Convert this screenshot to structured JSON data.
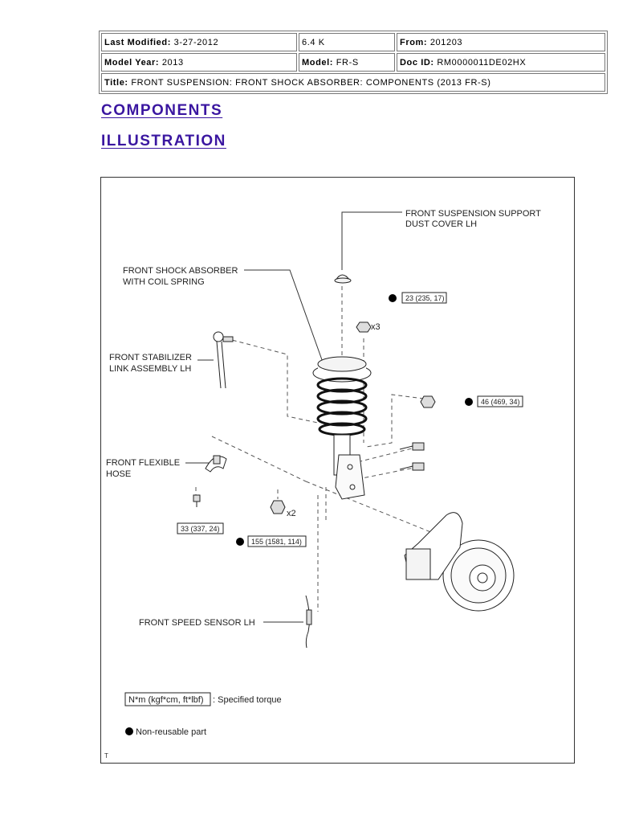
{
  "header": {
    "last_modified_label": "Last Modified:",
    "last_modified_value": "3-27-2012",
    "size": "6.4 K",
    "from_label": "From:",
    "from_value": "201203",
    "model_year_label": "Model Year:",
    "model_year_value": "2013",
    "model_label": "Model:",
    "model_value": "FR-S",
    "doc_id_label": "Doc ID:",
    "doc_id_value": "RM0000011DE02HX",
    "title_label": "Title:",
    "title_value": "FRONT SUSPENSION: FRONT SHOCK ABSORBER: COMPONENTS (2013 FR-S)"
  },
  "headings": {
    "components": "COMPONENTS",
    "illustration": "ILLUSTRATION"
  },
  "illustration": {
    "labels": {
      "dust_cover_1": "FRONT SUSPENSION SUPPORT",
      "dust_cover_2": "DUST COVER LH",
      "shock_1": "FRONT SHOCK ABSORBER",
      "shock_2": "WITH COIL SPRING",
      "stab_1": "FRONT STABILIZER",
      "stab_2": "LINK ASSEMBLY LH",
      "hose_1": "FRONT FLEXIBLE",
      "hose_2": "HOSE",
      "speed_sensor": "FRONT SPEED SENSOR LH"
    },
    "torques": {
      "upper_nut": "23 (235, 17)",
      "stab_nut": "46 (469, 34)",
      "hose_bolt": "33 (337, 24)",
      "knuckle_nut": "155 (1581, 114)"
    },
    "quantities": {
      "upper_nut_qty": "x3",
      "knuckle_nut_qty": "x2"
    },
    "legend": {
      "torque_box": "N*m (kgf*cm, ft*lbf)",
      "torque_text": ": Specified torque",
      "nonreusable_text": "Non-reusable part"
    },
    "corner_mark": "T"
  }
}
